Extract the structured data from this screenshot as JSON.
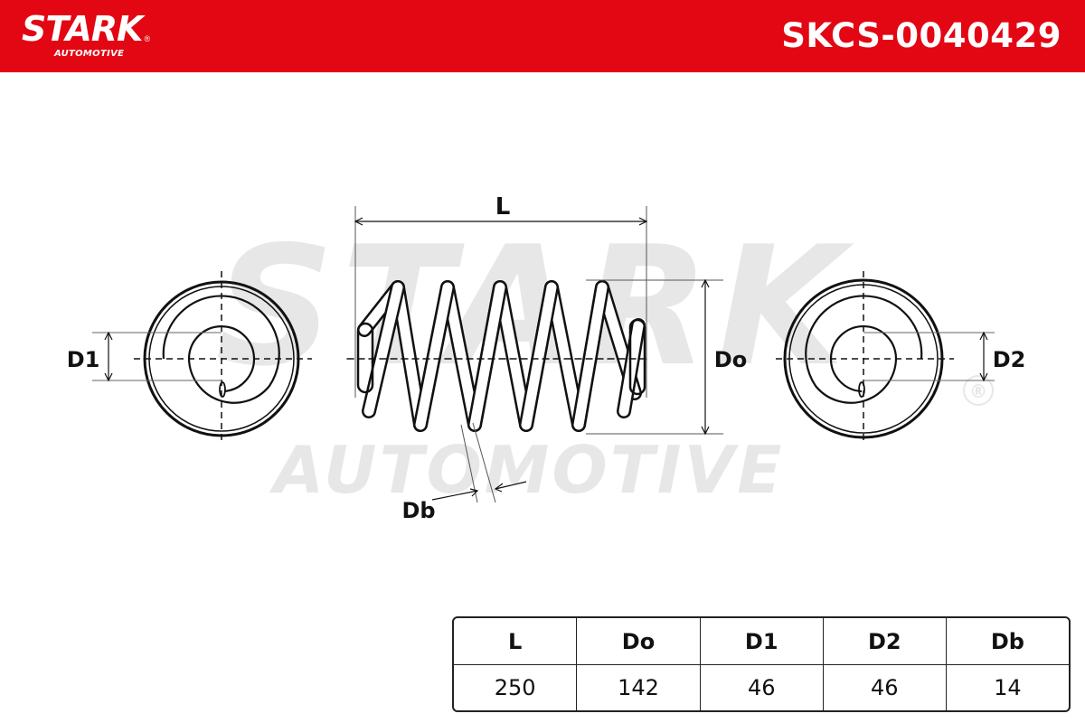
{
  "brand": {
    "name": "STARK",
    "subtitle": "AUTOMOTIVE",
    "registered": "®"
  },
  "part_number": "SKCS-0040429",
  "watermark": {
    "line1": "STARK",
    "line2": "AUTOMOTIVE",
    "registered": "®"
  },
  "dimension_labels": {
    "length": "L",
    "outer_diameter": "Do",
    "end_diameter_1": "D1",
    "end_diameter_2": "D2",
    "wire_diameter": "Db"
  },
  "specs_table": {
    "headers": [
      "L",
      "Do",
      "D1",
      "D2",
      "Db"
    ],
    "values": [
      "250",
      "142",
      "46",
      "46",
      "14"
    ]
  },
  "colors": {
    "brand_red": "#e30613",
    "line": "#111111",
    "watermark": "#e7e7e7"
  }
}
